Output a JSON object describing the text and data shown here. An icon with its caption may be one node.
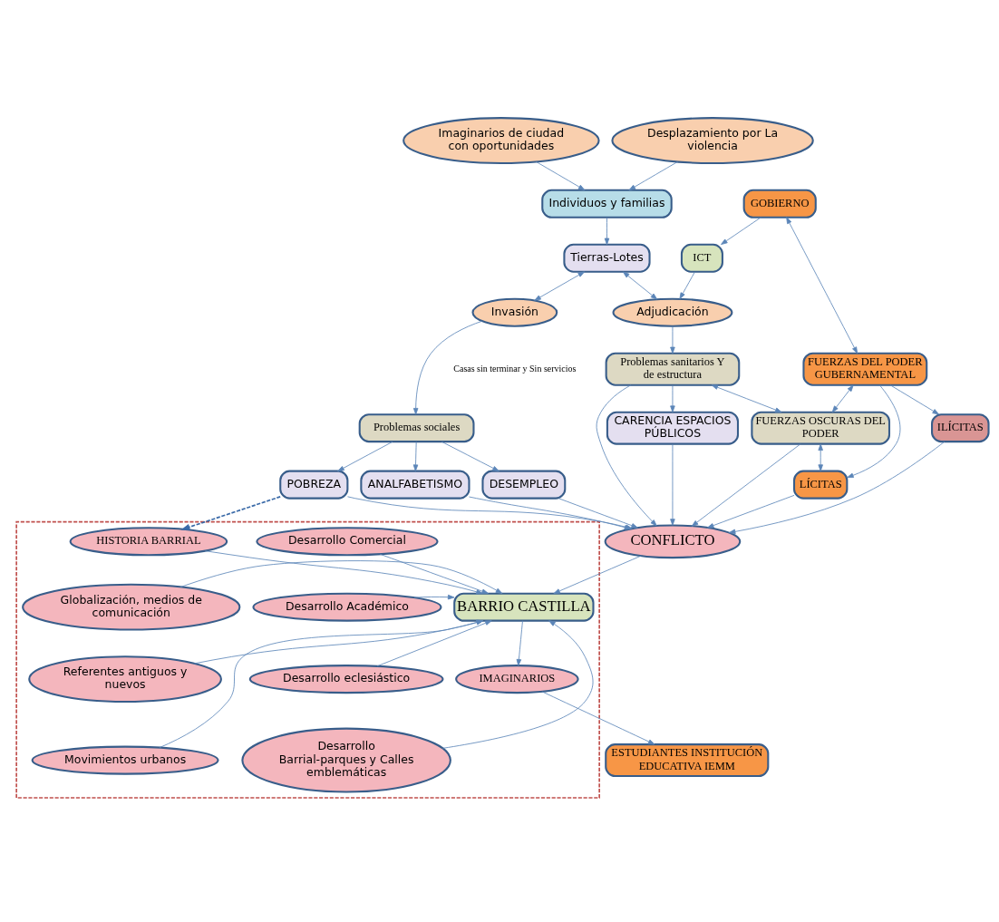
{
  "diagram": {
    "nodes": [
      {
        "text": [
          "Imaginarios de ciudad con oportunidades"
        ]
      },
      {
        "text": [
          "Desplazamiento por La violencia"
        ]
      },
      {
        "text": [
          "Individuos y familias"
        ]
      },
      {
        "text": [
          "Tierras-Lotes"
        ]
      },
      {
        "text": [
          "GOBIERNO"
        ]
      },
      {
        "text": [
          "ICT"
        ]
      },
      {
        "text": [
          "Invasión"
        ]
      },
      {
        "text": [
          "Adjudicación"
        ]
      },
      {
        "text": [
          "FUERZAS DEL PODER GUBERNAMENTAL"
        ]
      },
      {
        "text": [
          "Problemas sociales"
        ]
      },
      {
        "text": [
          "Problemas sanitarios Y de estructura"
        ]
      },
      {
        "text": [
          "FUERZAS OSCURAS DEL PODER"
        ]
      },
      {
        "text": [
          "ANALFABETISMO"
        ]
      },
      {
        "text": [
          "LÍCITAS"
        ]
      },
      {
        "text": [
          "ILÍCITAS"
        ]
      },
      {
        "text": [
          "POBREZA"
        ]
      },
      {
        "text": [
          "DESEMPLEO"
        ]
      },
      {
        "text": [
          "CARENCIA ESPACIOS PÚBLICOS"
        ]
      },
      {
        "text": [
          "CONFLICTO"
        ]
      },
      {
        "text": [],
        "shape": "box"
      },
      {
        "text": [
          "HISTORIA BARRIAL"
        ],
        "in": 19
      },
      {
        "text": [
          "Globalización, medios de comunicación"
        ],
        "in": 19
      },
      {
        "text": [
          "Referentes antiguos y nuevos"
        ],
        "in": 19
      },
      {
        "text": [
          "Movimientos urbanos"
        ],
        "in": 19
      },
      {
        "text": [
          "BARRIO CASTILLA"
        ],
        "in": 19
      },
      {
        "text": [
          "Desarrollo Comercial"
        ],
        "in": 19
      },
      {
        "text": [
          "Desarrollo Académico"
        ],
        "in": 19
      },
      {
        "text": [
          "Desarrollo eclesiástico"
        ],
        "in": 19
      },
      {
        "text": [
          "Desarrollo Barrial-parques y Calles emblemáticas"
        ],
        "in": 19
      },
      {
        "text": [
          "IMAGINARIOS"
        ],
        "in": 19
      },
      {
        "text": [
          "ESTUDIANTES INSTITUCIÓN EDUCATIVA IEMM"
        ]
      }
    ],
    "edges": [
      {
        "from": 0,
        "to": 2,
        "arrow": "to"
      },
      {
        "from": 1,
        "to": 2,
        "arrow": "to"
      },
      {
        "from": 2,
        "to": 3,
        "arrow": "to"
      },
      {
        "from": 4,
        "to": 5,
        "arrow": "to"
      },
      {
        "from": 3,
        "to": 6,
        "arrow": "both"
      },
      {
        "from": 3,
        "to": 7,
        "arrow": "both"
      },
      {
        "from": 5,
        "to": 7,
        "arrow": "to"
      },
      {
        "from": 4,
        "to": 8,
        "arrow": "both"
      },
      {
        "from": 6,
        "to": 9,
        "arrow": "to"
      },
      {
        "from": 7,
        "to": 10,
        "arrow": "to"
      },
      {
        "from": 10,
        "to": 11,
        "arrow": "both"
      },
      {
        "from": 8,
        "to": 11,
        "arrow": "both"
      },
      {
        "from": 8,
        "to": 13,
        "arrow": "to"
      },
      {
        "from": 8,
        "to": 14,
        "arrow": "to"
      },
      {
        "from": 11,
        "to": 13,
        "arrow": "both"
      },
      {
        "from": 9,
        "to": 12,
        "arrow": "to"
      },
      {
        "from": 9,
        "to": 15,
        "arrow": "to"
      },
      {
        "from": 9,
        "to": 16,
        "arrow": "to"
      },
      {
        "from": 10,
        "to": 17,
        "arrow": "to"
      },
      {
        "from": 15,
        "to": 18,
        "arrow": "to"
      },
      {
        "from": 16,
        "to": 18,
        "arrow": "to"
      },
      {
        "from": 12,
        "to": 18,
        "arrow": "to"
      },
      {
        "from": 17,
        "to": 18,
        "arrow": "to"
      },
      {
        "from": 10,
        "to": 18,
        "arrow": "to"
      },
      {
        "from": 11,
        "to": 18,
        "arrow": "to"
      },
      {
        "from": 13,
        "to": 18,
        "arrow": "to"
      },
      {
        "from": 14,
        "to": 18,
        "arrow": "to"
      },
      {
        "from": 15,
        "to": 20,
        "arrow": "to",
        "style": "dashed",
        "color": "#3a6aa8"
      },
      {
        "from": 18,
        "to": 24,
        "arrow": "to"
      },
      {
        "from": 20,
        "to": 24,
        "arrow": "to"
      },
      {
        "from": 21,
        "to": 24,
        "arrow": "to"
      },
      {
        "from": 22,
        "to": 24,
        "arrow": "to"
      },
      {
        "from": 23,
        "to": 24,
        "arrow": "to"
      },
      {
        "from": 25,
        "to": 24,
        "arrow": "to"
      },
      {
        "from": 26,
        "to": 24,
        "arrow": "to"
      },
      {
        "from": 27,
        "to": 24,
        "arrow": "to"
      },
      {
        "from": 28,
        "to": 24,
        "arrow": "to"
      },
      {
        "from": 24,
        "to": 29,
        "arrow": "to"
      },
      {
        "from": 29,
        "to": 30,
        "arrow": "to"
      }
    ],
    "labels": [
      "Casas sin terminar y Sin servicios"
    ]
  }
}
